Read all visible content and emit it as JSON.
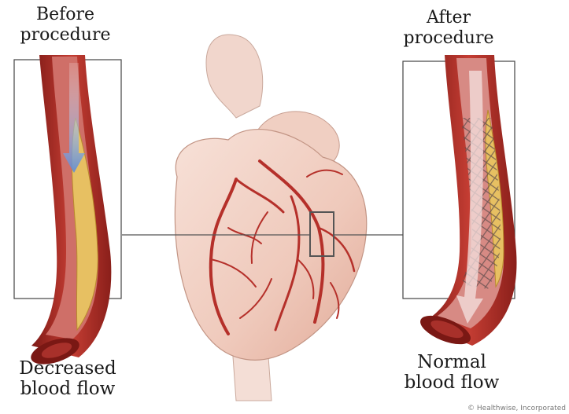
{
  "labels": {
    "before_line1": "Before",
    "before_line2": "procedure",
    "after_line1": "After",
    "after_line2": "procedure",
    "left_caption_line1": "Decreased",
    "left_caption_line2": "blood flow",
    "right_caption_line1": "Normal",
    "right_caption_line2": "blood flow"
  },
  "credit": "© Healthwise, Incorporated",
  "colors": {
    "artery_wall": "#b8322b",
    "artery_dark": "#8e1f1b",
    "lumen": "#d98a86",
    "plaque": "#e8c46a",
    "heart": "#f2d3c8",
    "vessels": "#b8322b",
    "flow_arrow": "#6e98d8"
  }
}
